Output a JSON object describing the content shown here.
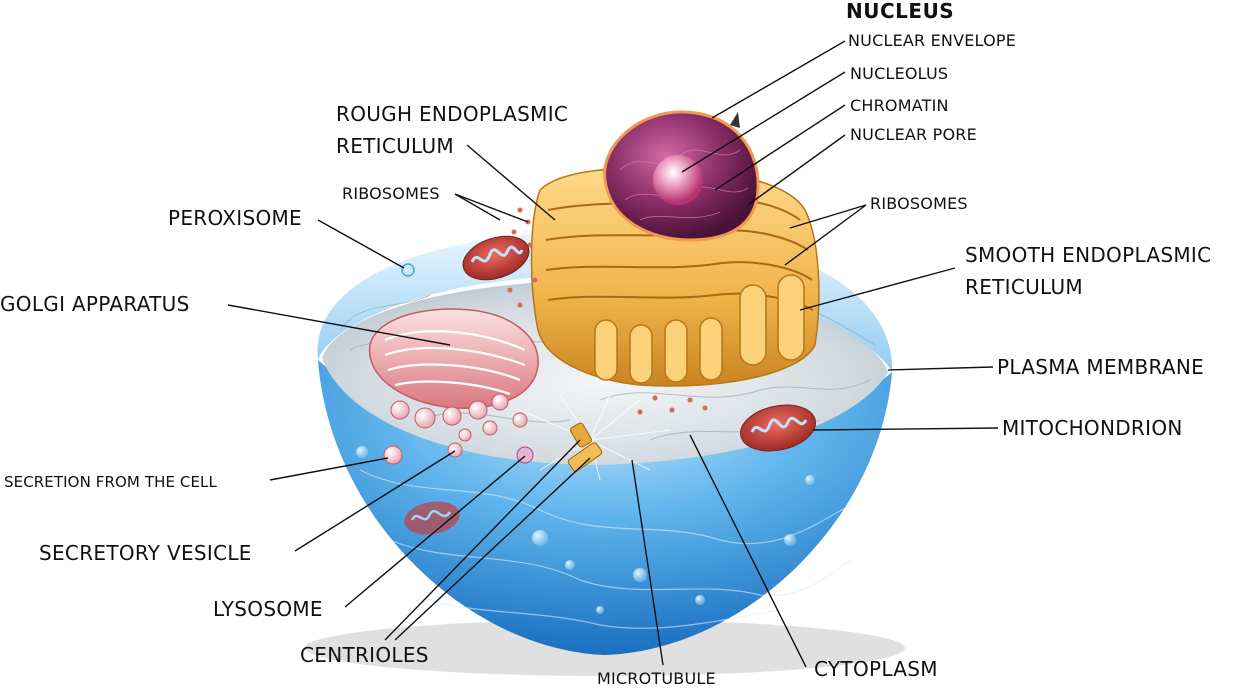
{
  "nucleus_heading": "NUCLEUS",
  "labels": {
    "nuclear_envelope": "NUCLEAR ENVELOPE",
    "nucleolus": "NUCLEOLUS",
    "chromatin": "CHROMATIN",
    "nuclear_pore": "NUCLEAR PORE",
    "rough_er_line1": "ROUGH ENDOPLASMIC",
    "rough_er_line2": "RETICULUM",
    "ribosomes_left": "RIBOSOMES",
    "ribosomes_right": "RIBOSOMES",
    "peroxisome": "PEROXISOME",
    "smooth_er_line1": "SMOOTH ENDOPLASMIC",
    "smooth_er_line2": "RETICULUM",
    "golgi": "GOLGI APPARATUS",
    "plasma_membrane": "PLASMA MEMBRANE",
    "mitochondrion": "MITOCHONDRION",
    "secretion": "SECRETION FROM THE CELL",
    "secretory_vesicle": "SECRETORY VESICLE",
    "lysosome": "LYSOSOME",
    "centrioles": "CENTRIOLES",
    "microtubule": "MICROTUBULE",
    "cytoplasm": "CYTOPLASM"
  },
  "colors": {
    "cell_shell": "#2f8fd8",
    "cytoplasm_surface": "#cfd8de",
    "nucleus": "#7b2a5c",
    "endoplasmic_reticulum": "#f0b34a",
    "golgi": "#e9a3a8",
    "mitochondrion": "#c9433d"
  }
}
